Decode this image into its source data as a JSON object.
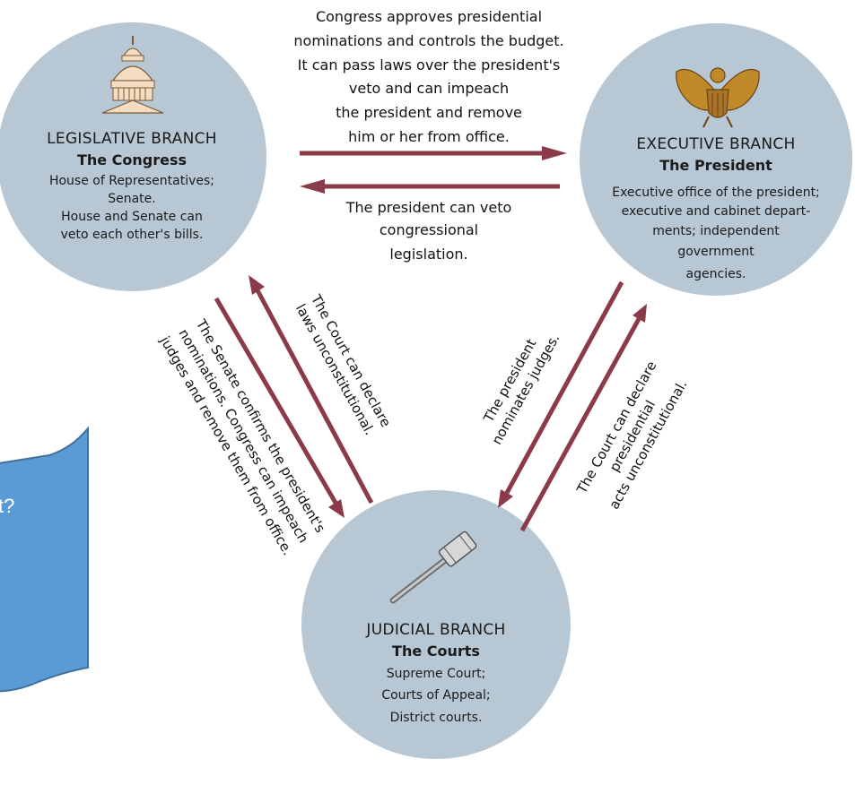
{
  "legislative": {
    "title": "LEGISLATIVE BRANCH",
    "subtitle": "The Congress",
    "lines": [
      "House of Representatives;",
      "Senate.",
      "House and Senate can",
      "veto each other's bills."
    ]
  },
  "executive": {
    "title": "EXECUTIVE BRANCH",
    "subtitle": "The President",
    "lines": [
      "Executive office of the president;",
      "executive and cabinet depart-",
      "ments; independent",
      "government",
      "agencies."
    ]
  },
  "judicial": {
    "title": "JUDICIAL BRANCH",
    "subtitle": "The  Courts",
    "lines": [
      "Supreme Court;",
      "Courts of Appeal;",
      "District courts."
    ]
  },
  "notes": {
    "congress_over_president": [
      "Congress approves presidential",
      "nominations and controls the budget.",
      "It can pass laws over the president's",
      "veto and can impeach",
      "the president and remove",
      "him or her from office."
    ],
    "president_over_congress": [
      "The president can veto",
      "congressional",
      "legislation."
    ],
    "senate_over_courts": [
      "The Senate confirms the president's",
      "nominations. Congress can impeach",
      "judges and remove them from office."
    ],
    "court_over_congress": [
      "The Court can declare",
      "laws unconstitutional."
    ],
    "president_over_courts": [
      "The president",
      "nominates judges."
    ],
    "court_over_president": [
      "The Court can declare",
      "presidential",
      "acts unconstitutional."
    ]
  },
  "callout": {
    "text": "t?"
  },
  "colors": {
    "circle": "#b7c8d4",
    "arrow": "#8b3a4a",
    "callout": "#5b9bd5"
  },
  "icons": {
    "legislative": "capitol-dome-icon",
    "executive": "eagle-seal-icon",
    "judicial": "gavel-icon"
  }
}
